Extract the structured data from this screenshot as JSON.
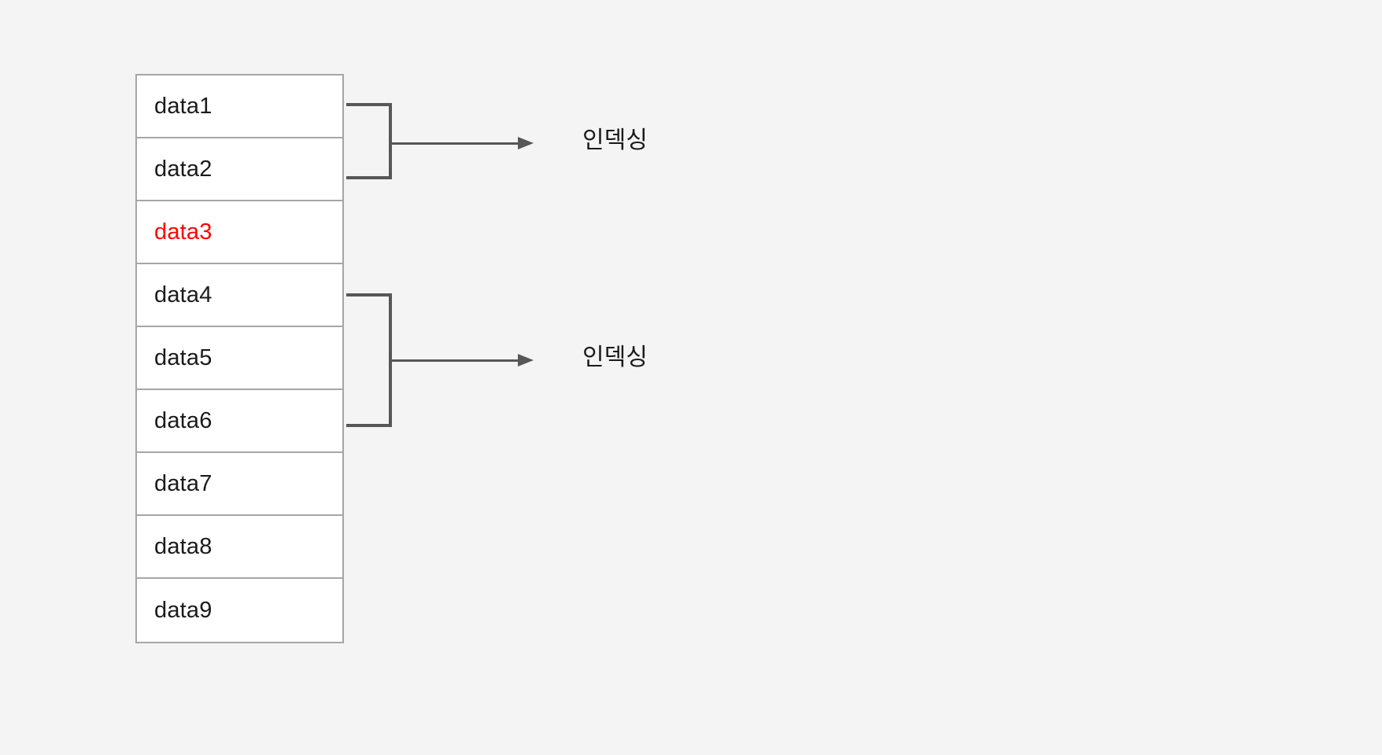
{
  "diagram": {
    "title": "indexing-diagram",
    "background_color": "#f4f4f4",
    "border_color": "#a6a6a6",
    "connector_color": "#575757",
    "highlight_color": "#ff0000",
    "text_color": "#1a1a1a",
    "table": {
      "rows": [
        {
          "label": "data1",
          "color": "#1a1a1a",
          "highlighted": false
        },
        {
          "label": "data2",
          "color": "#1a1a1a",
          "highlighted": false
        },
        {
          "label": "data3",
          "color": "#ff0000",
          "highlighted": true
        },
        {
          "label": "data4",
          "color": "#1a1a1a",
          "highlighted": false
        },
        {
          "label": "data5",
          "color": "#1a1a1a",
          "highlighted": false
        },
        {
          "label": "data6",
          "color": "#1a1a1a",
          "highlighted": false
        },
        {
          "label": "data7",
          "color": "#1a1a1a",
          "highlighted": false
        },
        {
          "label": "data8",
          "color": "#1a1a1a",
          "highlighted": false
        },
        {
          "label": "data9",
          "color": "#1a1a1a",
          "highlighted": false
        }
      ]
    },
    "groups": [
      {
        "id": "group-1",
        "covers": [
          "data1",
          "data2"
        ],
        "annotation": "인덱싱"
      },
      {
        "id": "group-2",
        "covers": [
          "data4",
          "data5",
          "data6"
        ],
        "annotation": "인덱싱"
      }
    ]
  }
}
